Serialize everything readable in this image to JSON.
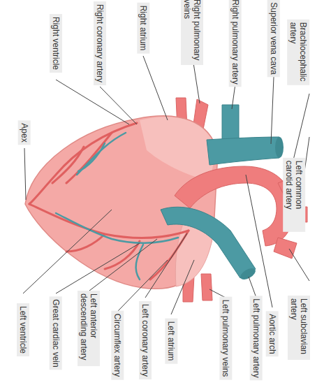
{
  "diagram": {
    "labels": [
      "Right ventricle",
      "Right coronary artery",
      "Right atrium",
      "Right pulmonary veins",
      "Right pulmonary artery",
      "Superior vena cava",
      "Brachiocephalic artery",
      "Apex",
      "Left common carotid artery",
      "Left subclavian artery",
      "Aortic arch",
      "Left pulmonary artery",
      "Left pulmonary veins",
      "Left atrium",
      "Left coronary artery",
      "Circumflex artery",
      "Left anterior descending artery",
      "Great cardiac vein",
      "Left ventricle"
    ]
  }
}
